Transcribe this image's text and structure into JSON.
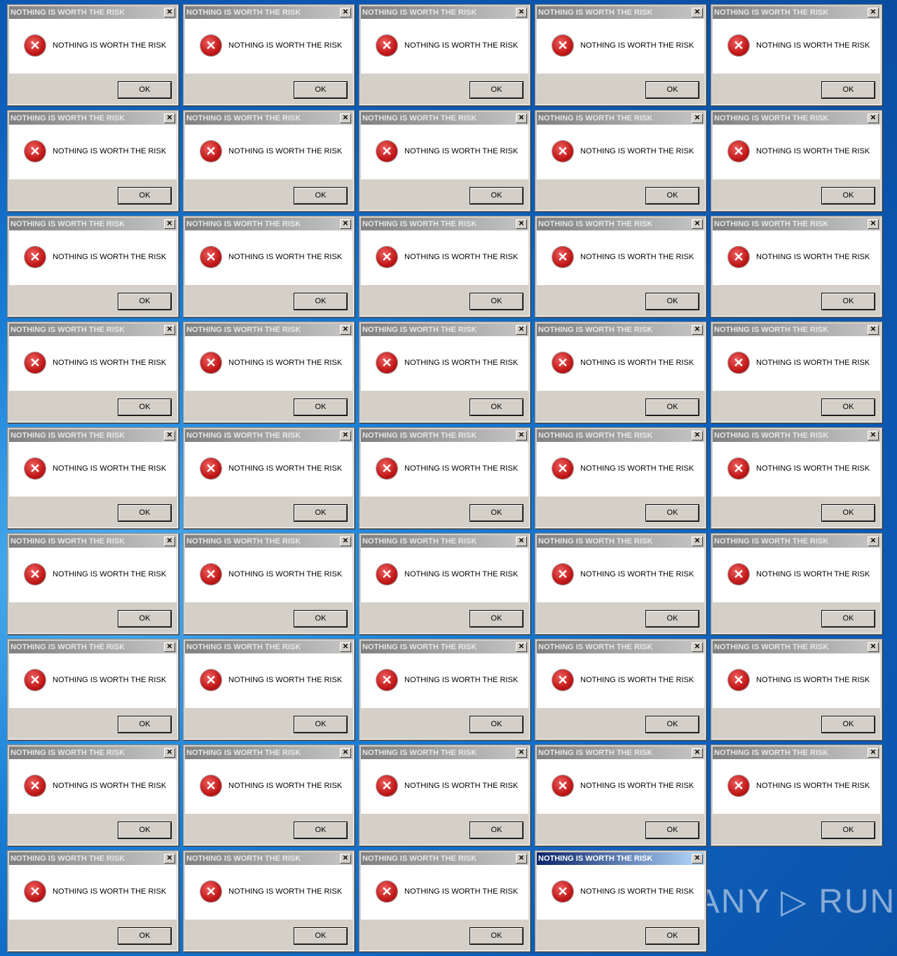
{
  "dialog_common": {
    "title": "NOTHING IS WORTH THE RISK",
    "message": "NOTHING IS WORTH THE RISK",
    "ok_label": "OK",
    "close_glyph": "✕",
    "icon": "error-icon"
  },
  "dialogs": [
    {
      "title": "NOTHING IS WORTH THE RISK",
      "message": "NOTHING IS WORTH THE RISK",
      "ok_label": "OK"
    },
    {
      "title": "NOTHING IS WORTH THE RISK",
      "message": "NOTHING IS WORTH THE RISK",
      "ok_label": "OK"
    },
    {
      "title": "NOTHING IS WORTH THE RISK",
      "message": "NOTHING IS WORTH THE RISK",
      "ok_label": "OK"
    },
    {
      "title": "NOTHING IS WORTH THE RISK",
      "message": "NOTHING IS WORTH THE RISK",
      "ok_label": "OK"
    },
    {
      "title": "NOTHING IS WORTH THE RISK",
      "message": "NOTHING IS WORTH THE RISK",
      "ok_label": "OK"
    },
    {
      "title": "NOTHING IS WORTH THE RISK",
      "message": "NOTHING IS WORTH THE RISK",
      "ok_label": "OK"
    },
    {
      "title": "NOTHING IS WORTH THE RISK",
      "message": "NOTHING IS WORTH THE RISK",
      "ok_label": "OK"
    },
    {
      "title": "NOTHING IS WORTH THE RISK",
      "message": "NOTHING IS WORTH THE RISK",
      "ok_label": "OK"
    },
    {
      "title": "NOTHING IS WORTH THE RISK",
      "message": "NOTHING IS WORTH THE RISK",
      "ok_label": "OK"
    },
    {
      "title": "NOTHING IS WORTH THE RISK",
      "message": "NOTHING IS WORTH THE RISK",
      "ok_label": "OK"
    },
    {
      "title": "NOTHING IS WORTH THE RISK",
      "message": "NOTHING IS WORTH THE RISK",
      "ok_label": "OK"
    },
    {
      "title": "NOTHING IS WORTH THE RISK",
      "message": "NOTHING IS WORTH THE RISK",
      "ok_label": "OK"
    },
    {
      "title": "NOTHING IS WORTH THE RISK",
      "message": "NOTHING IS WORTH THE RISK",
      "ok_label": "OK"
    },
    {
      "title": "NOTHING IS WORTH THE RISK",
      "message": "NOTHING IS WORTH THE RISK",
      "ok_label": "OK"
    },
    {
      "title": "NOTHING IS WORTH THE RISK",
      "message": "NOTHING IS WORTH THE RISK",
      "ok_label": "OK"
    },
    {
      "title": "NOTHING IS WORTH THE RISK",
      "message": "NOTHING IS WORTH THE RISK",
      "ok_label": "OK"
    },
    {
      "title": "NOTHING IS WORTH THE RISK",
      "message": "NOTHING IS WORTH THE RISK",
      "ok_label": "OK"
    },
    {
      "title": "NOTHING IS WORTH THE RISK",
      "message": "NOTHING IS WORTH THE RISK",
      "ok_label": "OK"
    },
    {
      "title": "NOTHING IS WORTH THE RISK",
      "message": "NOTHING IS WORTH THE RISK",
      "ok_label": "OK"
    },
    {
      "title": "NOTHING IS WORTH THE RISK",
      "message": "NOTHING IS WORTH THE RISK",
      "ok_label": "OK"
    },
    {
      "title": "NOTHING IS WORTH THE RISK",
      "message": "NOTHING IS WORTH THE RISK",
      "ok_label": "OK"
    },
    {
      "title": "NOTHING IS WORTH THE RISK",
      "message": "NOTHING IS WORTH THE RISK",
      "ok_label": "OK"
    },
    {
      "title": "NOTHING IS WORTH THE RISK",
      "message": "NOTHING IS WORTH THE RISK",
      "ok_label": "OK"
    },
    {
      "title": "NOTHING IS WORTH THE RISK",
      "message": "NOTHING IS WORTH THE RISK",
      "ok_label": "OK"
    },
    {
      "title": "NOTHING IS WORTH THE RISK",
      "message": "NOTHING IS WORTH THE RISK",
      "ok_label": "OK"
    },
    {
      "title": "NOTHING IS WORTH THE RISK",
      "message": "NOTHING IS WORTH THE RISK",
      "ok_label": "OK"
    },
    {
      "title": "NOTHING IS WORTH THE RISK",
      "message": "NOTHING IS WORTH THE RISK",
      "ok_label": "OK"
    },
    {
      "title": "NOTHING IS WORTH THE RISK",
      "message": "NOTHING IS WORTH THE RISK",
      "ok_label": "OK"
    },
    {
      "title": "NOTHING IS WORTH THE RISK",
      "message": "NOTHING IS WORTH THE RISK",
      "ok_label": "OK"
    },
    {
      "title": "NOTHING IS WORTH THE RISK",
      "message": "NOTHING IS WORTH THE RISK",
      "ok_label": "OK"
    },
    {
      "title": "NOTHING IS WORTH THE RISK",
      "message": "NOTHING IS WORTH THE RISK",
      "ok_label": "OK"
    },
    {
      "title": "NOTHING IS WORTH THE RISK",
      "message": "NOTHING IS WORTH THE RISK",
      "ok_label": "OK"
    },
    {
      "title": "NOTHING IS WORTH THE RISK",
      "message": "NOTHING IS WORTH THE RISK",
      "ok_label": "OK"
    },
    {
      "title": "NOTHING IS WORTH THE RISK",
      "message": "NOTHING IS WORTH THE RISK",
      "ok_label": "OK"
    },
    {
      "title": "NOTHING IS WORTH THE RISK",
      "message": "NOTHING IS WORTH THE RISK",
      "ok_label": "OK"
    },
    {
      "title": "NOTHING IS WORTH THE RISK",
      "message": "NOTHING IS WORTH THE RISK",
      "ok_label": "OK"
    },
    {
      "title": "NOTHING IS WORTH THE RISK",
      "message": "NOTHING IS WORTH THE RISK",
      "ok_label": "OK"
    },
    {
      "title": "NOTHING IS WORTH THE RISK",
      "message": "NOTHING IS WORTH THE RISK",
      "ok_label": "OK"
    },
    {
      "title": "NOTHING IS WORTH THE RISK",
      "message": "NOTHING IS WORTH THE RISK",
      "ok_label": "OK"
    },
    {
      "title": "NOTHING IS WORTH THE RISK",
      "message": "NOTHING IS WORTH THE RISK",
      "ok_label": "OK"
    },
    {
      "title": "NOTHING IS WORTH THE RISK",
      "message": "NOTHING IS WORTH THE RISK",
      "ok_label": "OK"
    },
    {
      "title": "NOTHING IS WORTH THE RISK",
      "message": "NOTHING IS WORTH THE RISK",
      "ok_label": "OK"
    },
    {
      "title": "NOTHING IS WORTH THE RISK",
      "message": "NOTHING IS WORTH THE RISK",
      "ok_label": "OK"
    },
    {
      "title": "NOTHING IS WORTH THE RISK",
      "message": "NOTHING IS WORTH THE RISK",
      "ok_label": "OK",
      "active": true
    }
  ],
  "watermark": "ANY RUN",
  "colors": {
    "active_title": "#0a246a",
    "inactive_title": "#808080",
    "dialog_face": "#d4d0c8",
    "error_red": "#c01818",
    "desktop": "#1a7fd6"
  }
}
